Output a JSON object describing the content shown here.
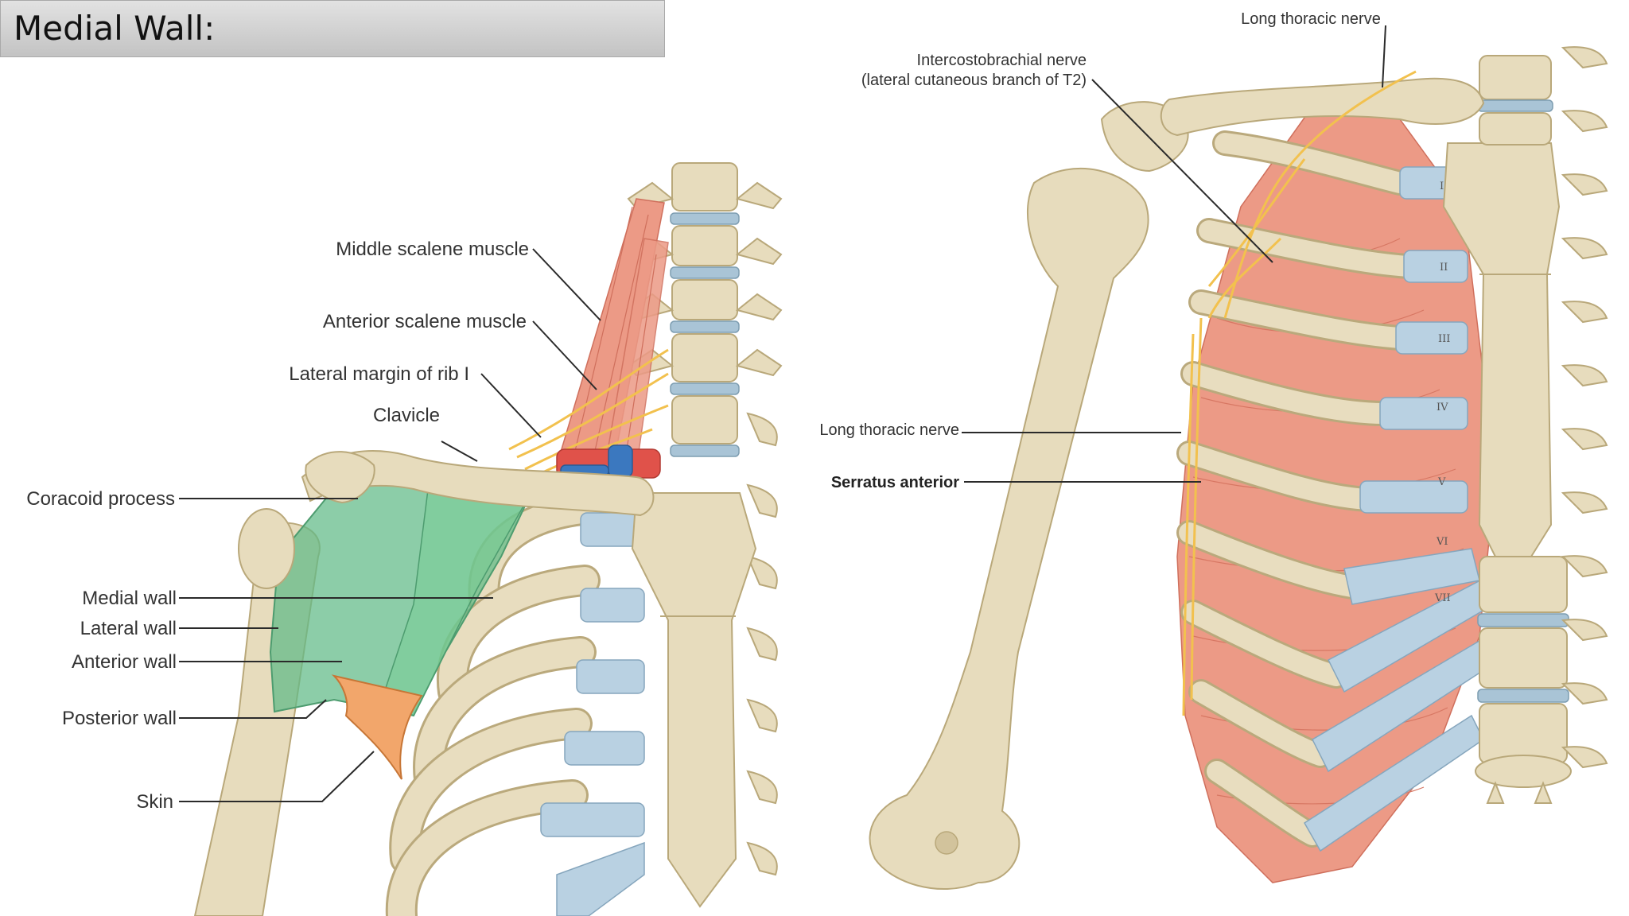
{
  "slide": {
    "title": "Medial Wall:"
  },
  "left_figure": {
    "labels": {
      "middle_scalene": "Middle scalene muscle",
      "anterior_scalene": "Anterior scalene muscle",
      "lateral_margin_rib1": "Lateral margin of rib I",
      "clavicle": "Clavicle",
      "coracoid": "Coracoid process",
      "medial_wall": "Medial wall",
      "lateral_wall": "Lateral wall",
      "anterior_wall": "Anterior wall",
      "posterior_wall": "Posterior wall",
      "skin": "Skin"
    }
  },
  "right_figure": {
    "labels": {
      "long_thoracic_top": "Long thoracic nerve",
      "intercostobrachial_line1": "Intercostobrachial nerve",
      "intercostobrachial_line2": "(lateral cutaneous branch of T2)",
      "long_thoracic_side": "Long thoracic nerve",
      "serratus": "Serratus anterior"
    },
    "rib_numbers": [
      "I",
      "II",
      "III",
      "IV",
      "V",
      "VI",
      "VII"
    ]
  },
  "colors": {
    "bone": "#e7dcbd",
    "cartilage": "#b9d1e2",
    "muscle": "#ec9a86",
    "axilla_walls": "#60ba86",
    "nerve": "#f2c14e"
  }
}
